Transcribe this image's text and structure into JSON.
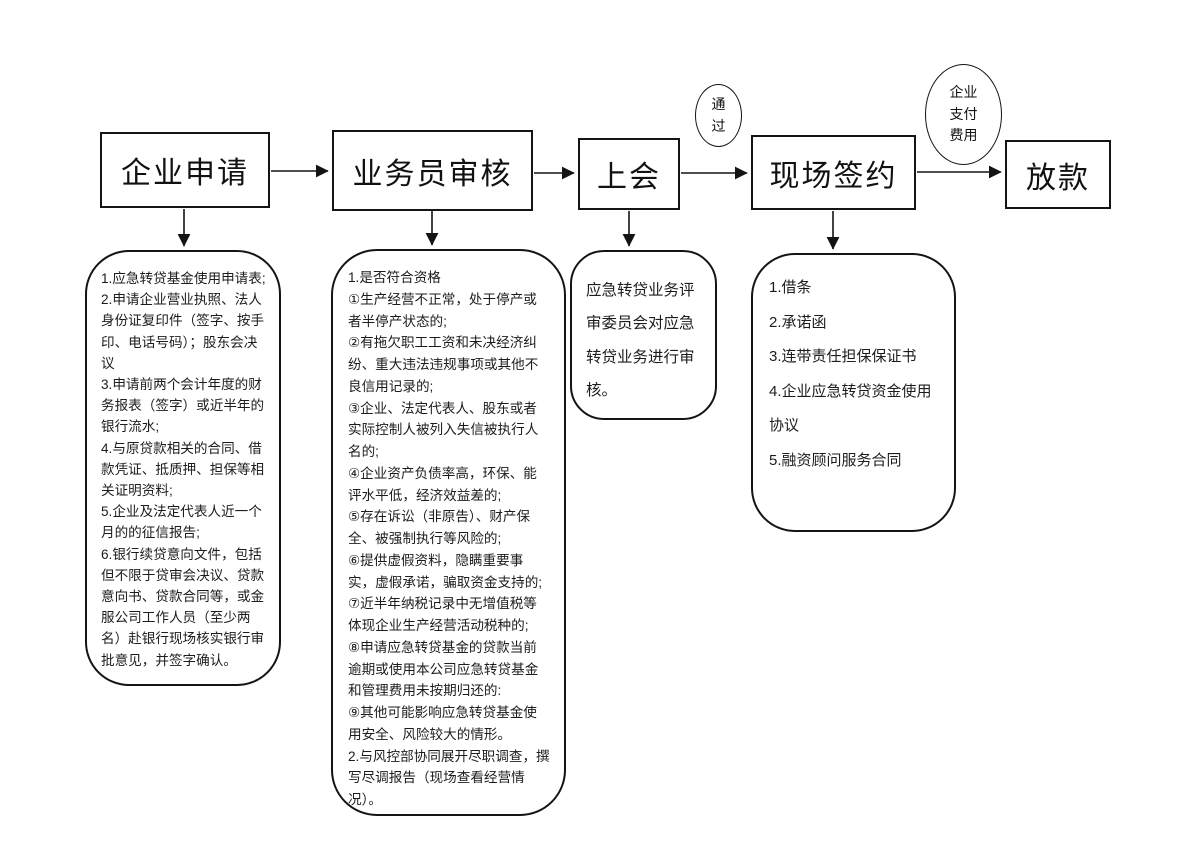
{
  "stages": [
    {
      "label": "企业申请"
    },
    {
      "label": "业务员审核"
    },
    {
      "label": "上会"
    },
    {
      "label": "现场签约"
    },
    {
      "label": "放款"
    }
  ],
  "connectors": {
    "pass": {
      "label": "通过"
    },
    "fee": {
      "label": "企业支付费用"
    }
  },
  "details": [
    {
      "text": "1.应急转贷基金使用申请表;\n2.申请企业营业执照、法人身份证复印件（签字、按手印、电话号码）；股东会决议\n3.申请前两个会计年度的财务报表（签字）或近半年的银行流水;\n4.与原贷款相关的合同、借款凭证、抵质押、担保等相关证明资料;\n5.企业及法定代表人近一个月的的征信报告;\n6.银行续贷意向文件，包括但不限于贷审会决议、贷款意向书、贷款合同等，或金服公司工作人员（至少两名）赴银行现场核实银行审批意见，并签字确认。"
    },
    {
      "text": "1.是否符合资格\n①生产经营不正常，处于停产或者半停产状态的;\n②有拖欠职工工资和未决经济纠纷、重大违法违规事项或其他不良信用记录的;\n③企业、法定代表人、股东或者实际控制人被列入失信被执行人名的;\n④企业资产负债率高，环保、能评水平低，经济效益差的;\n⑤存在诉讼（非原告）、财产保全、被强制执行等风险的;\n⑥提供虚假资料，隐瞒重要事实，虚假承诺，骗取资金支持的;\n⑦近半年纳税记录中无增值税等体现企业生产经营活动税种的;\n⑧申请应急转贷基金的贷款当前逾期或使用本公司应急转贷基金和管理费用未按期归还的:\n⑨其他可能影响应急转贷基金使用安全、风险较大的情形。\n2.与风控部协同展开尽职调查，撰写尽调报告（现场查看经营情况）。"
    },
    {
      "text": "应急转贷业务评审委员会对应急转贷业务进行审核。"
    },
    {
      "text": "1.借条\n2.承诺函\n3.连带责任担保保证书\n4.企业应急转贷资金使用协议\n5.融资顾问服务合同"
    }
  ]
}
